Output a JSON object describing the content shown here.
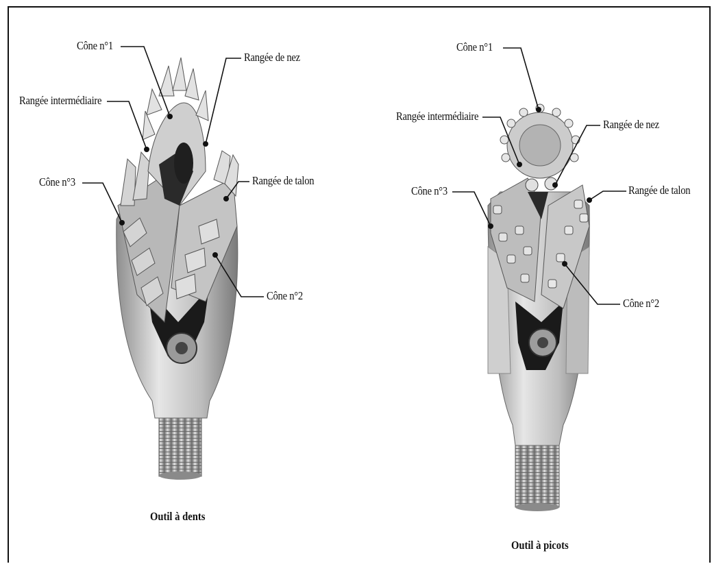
{
  "left_bit": {
    "labels": {
      "cone1": "Cône n°1",
      "nose_row": "Rangée de nez",
      "intermediate_row": "Rangée intermédiaire",
      "cone3": "Cône n°3",
      "heel_row": "Rangée de talon",
      "cone2": "Cône n°2"
    },
    "caption": "Outil à dents"
  },
  "right_bit": {
    "labels": {
      "cone1": "Cône n°1",
      "intermediate_row": "Rangée intermédiaire",
      "nose_row": "Rangée de nez",
      "cone3": "Cône n°3",
      "heel_row": "Rangée de talon",
      "cone2": "Cône n°2"
    },
    "caption": "Outil à picots"
  },
  "colors": {
    "line": "#111111",
    "metal_light": "#d9d9d9",
    "metal_mid": "#a8a8a8",
    "metal_dark": "#5a5a5a",
    "shadow": "#1a1a1a"
  }
}
